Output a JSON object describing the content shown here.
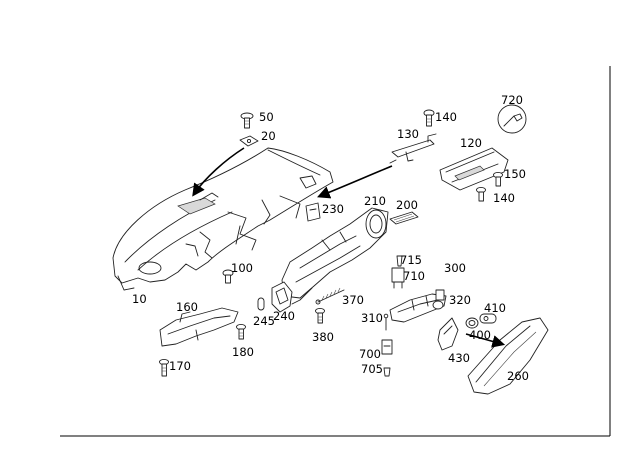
{
  "callouts": {
    "c10": "10",
    "c20": "20",
    "c50": "50",
    "c100": "100",
    "c120": "120",
    "c130": "130",
    "c140a": "140",
    "c140b": "140",
    "c150": "150",
    "c160": "160",
    "c170": "170",
    "c180": "180",
    "c200": "200",
    "c210": "210",
    "c230": "230",
    "c240": "240",
    "c245": "245",
    "c260": "260",
    "c300": "300",
    "c310": "310",
    "c320": "320",
    "c370": "370",
    "c380": "380",
    "c400": "400",
    "c410": "410",
    "c430": "430",
    "c700": "700",
    "c705": "705",
    "c710": "710",
    "c715": "715",
    "c720": "720"
  }
}
